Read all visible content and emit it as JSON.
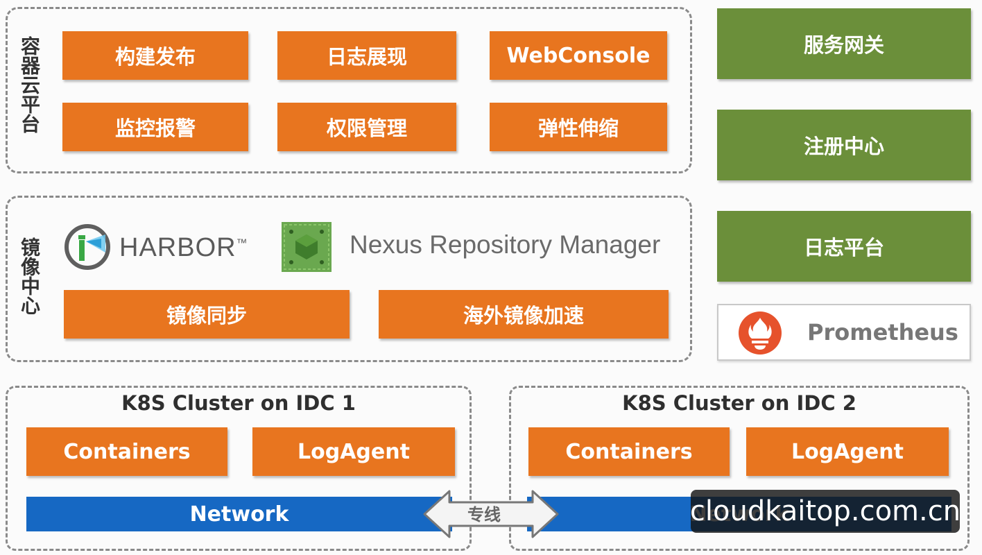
{
  "container_platform": {
    "label": "容器云平台",
    "buttons": [
      "构建发布",
      "日志展现",
      "WebConsole",
      "监控报警",
      "权限管理",
      "弹性伸缩"
    ]
  },
  "image_center": {
    "label": "镜像中心",
    "harbor_text": "HARBOR",
    "harbor_tm": "™",
    "nexus_text": "Nexus Repository Manager",
    "buttons": [
      "镜像同步",
      "海外镜像加速"
    ]
  },
  "right_panel": {
    "buttons": [
      "服务网关",
      "注册中心",
      "日志平台"
    ],
    "prometheus": "Prometheus"
  },
  "clusters": [
    {
      "title": "K8S Cluster on IDC 1",
      "items": [
        "Containers",
        "LogAgent"
      ],
      "network": "Network"
    },
    {
      "title": "K8S Cluster on IDC 2",
      "items": [
        "Containers",
        "LogAgent"
      ],
      "network": "Network"
    }
  ],
  "link_label": "专线",
  "watermark": "cloudkaitop.com.cn",
  "colors": {
    "orange": "#e8751f",
    "green": "#6b8f3a",
    "blue": "#1668c3",
    "prometheus_red": "#e6522c"
  }
}
